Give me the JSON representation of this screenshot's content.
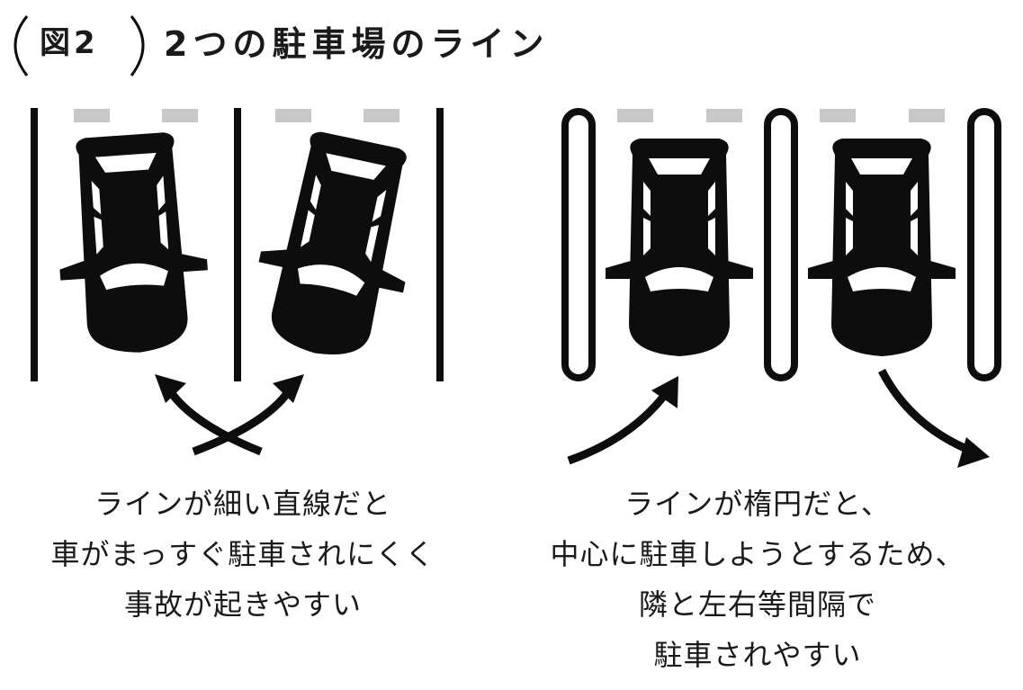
{
  "header": {
    "figure_label": "図2",
    "title": "2つの駐車場のライン"
  },
  "left_panel": {
    "caption_lines": [
      "ラインが細い直線だと",
      "車がまっすぐ駐車されにくく",
      "事故が起きやすい"
    ]
  },
  "right_panel": {
    "caption_lines": [
      "ラインが楕円だと、",
      "中心に駐車しようとするため、",
      "隣と左右等間隔で",
      "駐車されやすい"
    ]
  },
  "colors": {
    "ink": "#0d0d0d",
    "stop_marker": "#c8c8c8",
    "background": "#ffffff"
  }
}
